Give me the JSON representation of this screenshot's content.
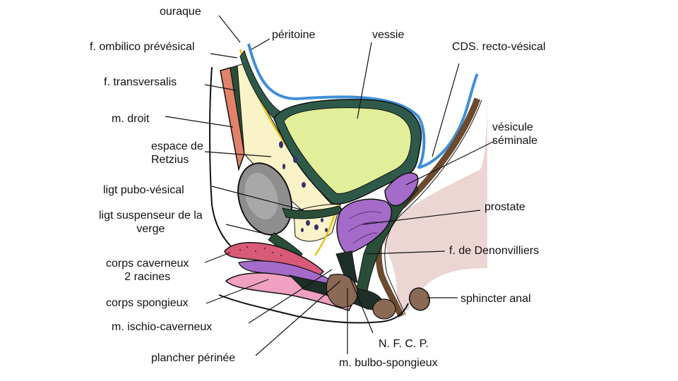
{
  "diagram": {
    "labels": {
      "ouraque": "ouraque",
      "peritoine": "péritoine",
      "vessie": "vessie",
      "f_ombilico": "f. ombilico prévésical",
      "cds": "CDS. recto-vésical",
      "f_transversalis": "f. transversalis",
      "m_droit": "m. droit",
      "vesicule": "vésicule\nséminale",
      "espace_retzius": "espace de\nRetzius",
      "ligt_pubo": "ligt pubo-vésical",
      "prostate": "prostate",
      "ligt_suspenseur": "ligt suspenseur de la\nverge",
      "f_denonvilliers": "f. de Denonvilliers",
      "corps_caverneux": "corps caverneux\n2 racines",
      "sphincter": "sphincter anal",
      "corps_spongieux": "corps spongieux",
      "m_ischio": "m. ischio-caverneux",
      "nfcp": "N. F. C. P.",
      "plancher": "plancher périnée",
      "m_bulbo": "m. bulbo-spongieux"
    },
    "colors": {
      "bladder_fill": "#e2ef9a",
      "bladder_wall": "#2f5a4a",
      "peritoneum": "#3f8fd8",
      "fascia_yellow": "#e8c21a",
      "retzius_space": "#fbf3c8",
      "rectus_muscle": "#e2826a",
      "pubis_bone": "#8e8e8e",
      "prostate": "#a46bc9",
      "rectum_wall": "#6b4a2e",
      "rectum_fill": "#ecd6d4",
      "corpus_cavernosum": "#d95a78",
      "corpus_spongiosum": "#f0a0c0",
      "anal_sphincter": "#8a6a55",
      "pelvic_fascia": "#2a4e38",
      "outline": "#111111"
    }
  }
}
